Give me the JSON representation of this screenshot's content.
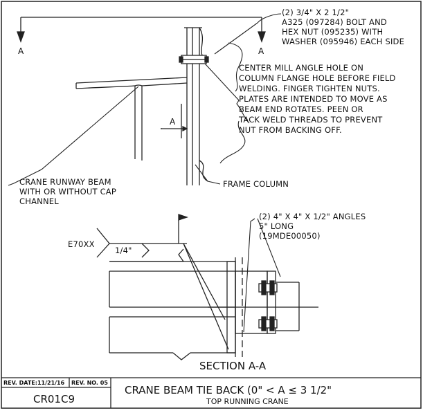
{
  "section_marker": "A",
  "dimension_label": "A",
  "bolt_note": [
    "(2) 3/4\" X 2 1/2\"",
    "A325 (097284) BOLT AND",
    "HEX NUT (095235) WITH",
    "WASHER (095946) EACH SIDE"
  ],
  "instruction_note": [
    "CENTER MILL ANGLE HOLE ON",
    "COLUMN FLANGE HOLE BEFORE FIELD",
    "WELDING. FINGER TIGHTEN NUTS.",
    "PLATES ARE INTENDED TO MOVE AS",
    "BEAM END ROTATES.  PEEN OR",
    "TACK WELD THREADS TO PREVENT",
    "NUT FROM BACKING OFF."
  ],
  "beam_note": [
    "CRANE RUNWAY BEAM",
    "WITH OR WITHOUT CAP",
    "CHANNEL"
  ],
  "column_note": "FRAME COLUMN",
  "angle_note": [
    "(2) 4\" X 4\" X 1/2\" ANGLES",
    "5\" LONG",
    "(19MDE00050)"
  ],
  "weld_spec": "E70XX",
  "weld_size": "1/4\"",
  "section_title": "SECTION A-A",
  "title_block": {
    "rev_date": "REV. DATE:11/21/16",
    "rev_no": "REV. NO. 05",
    "drawing_number": "CR01C9",
    "title": "CRANE BEAM TIE BACK (0\" < A ≤ 3 1/2\"",
    "subtitle": "TOP RUNNING CRANE"
  }
}
